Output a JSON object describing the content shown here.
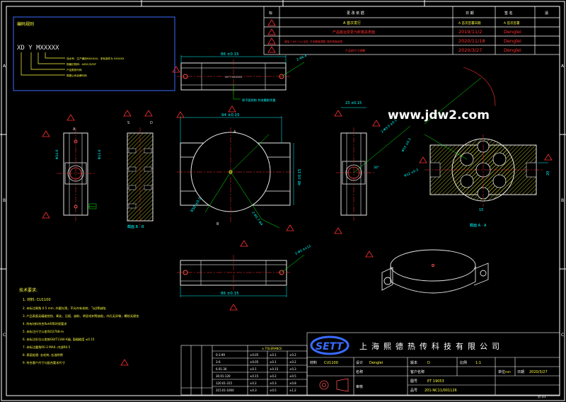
{
  "notes_box": {
    "title": "编码规则",
    "code": "XD Y MXXXXX",
    "legend": [
      "流水号：生产通用MXXXXX，非标准件为 SXXXXX",
      "规格识别码：A/B/C/D/E/F",
      "产品类别代码",
      "熙德公司品牌代码"
    ]
  },
  "revision_table": {
    "headers": [
      "标",
      "更 改 依 据",
      "日 期",
      "签 名",
      "名",
      "适"
    ],
    "rows": [
      [
        "",
        "A 首次发行",
        "A 首次签署日期",
        "A 首次签署"
      ],
      [
        "",
        "产品搬运变更为新模具表面",
        "2019/11/2",
        "Denglei"
      ],
      [
        "",
        "增加 2-Φ5.7×4 钻孔, 外壳厚度调整, 更改表面处理",
        "2020/11/18",
        "Denglei"
      ],
      [
        "",
        "产品的尺寸调整",
        "2020/3/27",
        "Denglei"
      ]
    ]
  },
  "watermark": "www.jdw2.com",
  "dimensions": {
    "top_width": "86 ±0.15",
    "bottom_width": "86 ±0.15",
    "top_callout": "2-Φ6.4",
    "front_width": "94 ±0.15",
    "front_height": "48 ±0.15",
    "front_hole": "2-Φ5.7 Φ4",
    "front_radius": "R50 ±0.2",
    "left_side_a": "Φ14.6",
    "left_side_b": "Φ12.6",
    "right_top": "23 ±0.15",
    "right_callout": "2-Φ3.5 ±0.1",
    "right_angle": "30°",
    "section_side": "20",
    "section_bottom": "15",
    "section_dim1": "Φ15 ±0.3",
    "section_dim2": "Φ12 ±0.3"
  },
  "text_note": "原平面铣削 并进磨削余量",
  "view_labels": {
    "section_b": "截面 B - B",
    "section_a": "截面 A - A",
    "a": "A",
    "b": "B",
    "s": "S",
    "d": "D"
  },
  "tech_requirements": {
    "title": "技术要求:",
    "items": [
      "1. 材料: CU1100",
      "2. 未标注倒角 0.5 mm, 外圆光滑，不允许有毛刺、飞边等缺陷",
      "3. 产品表面无磕碰划伤、氧化、压痕、缺料、明显毛刺等缺陷，内孔无异物，螺纹无损伤",
      "4. 所有材料符合RoHS等环保要求",
      "5. 未标注尺寸公差ISO2768-m",
      "6. 未标注形位公差按GB/T1184-K级, 面粗糙度 ≤0.15",
      "7. 未标注圆角R0.3 MAX, 内部R0.5",
      "8. 表面处理: 去毛刺, 去油除锈",
      "9. 符合客户尺寸与配合要求尺寸"
    ]
  },
  "tolerance_table": {
    "header": "± TOLERANCE",
    "ranges": [
      "0-3.99",
      "3-6",
      "6.01-30",
      "30.01-120",
      "120.01-315",
      "315.01-1000"
    ],
    "cols": [
      [
        "±0.05",
        "±0.05",
        "±0.1",
        "±0.15",
        "±0.2",
        "±0.3"
      ],
      [
        "±0.1",
        "±0.1",
        "±0.15",
        "±0.2",
        "±0.3",
        "±0.5"
      ],
      [
        "±0.2",
        "±0.2",
        "±0.3",
        "±0.5",
        "±0.8",
        "±1.2"
      ]
    ]
  },
  "title_block": {
    "company": "上海熙德热传科技有限公司",
    "logo": "SETT",
    "material_label": "材料",
    "material": "CU1100",
    "designer_label": "设计",
    "designer": "Denglei",
    "version_label": "版本",
    "version": "D",
    "scale_label": "比例",
    "scale": "1:1",
    "unit_label": "单位",
    "unit": "mm",
    "date_label": "日期",
    "date": "2020/3/27",
    "customer_label": "客户名称",
    "drawing_label": "图号",
    "drawing_no": "ET 19053",
    "part_label": "品号",
    "part_no": "201-NC11/001126",
    "name_label": "名称",
    "checker_label": "审核",
    "page": "页 1/1"
  }
}
